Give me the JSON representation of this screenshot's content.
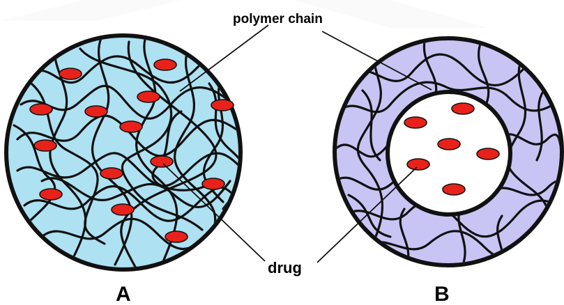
{
  "labels": {
    "polymer_chain": "polymer chain",
    "drug": "drug",
    "panel_a": "A",
    "panel_b": "B"
  },
  "colors": {
    "sphere_a_fill": "#aee1f2",
    "sphere_b_fill": "#c8c4f4",
    "core_fill": "#ffffff",
    "drug": "#e8221a",
    "outline": "#111111"
  },
  "icons": {
    "drug": "red-ellipse",
    "polymer": "wavy-black-line"
  }
}
